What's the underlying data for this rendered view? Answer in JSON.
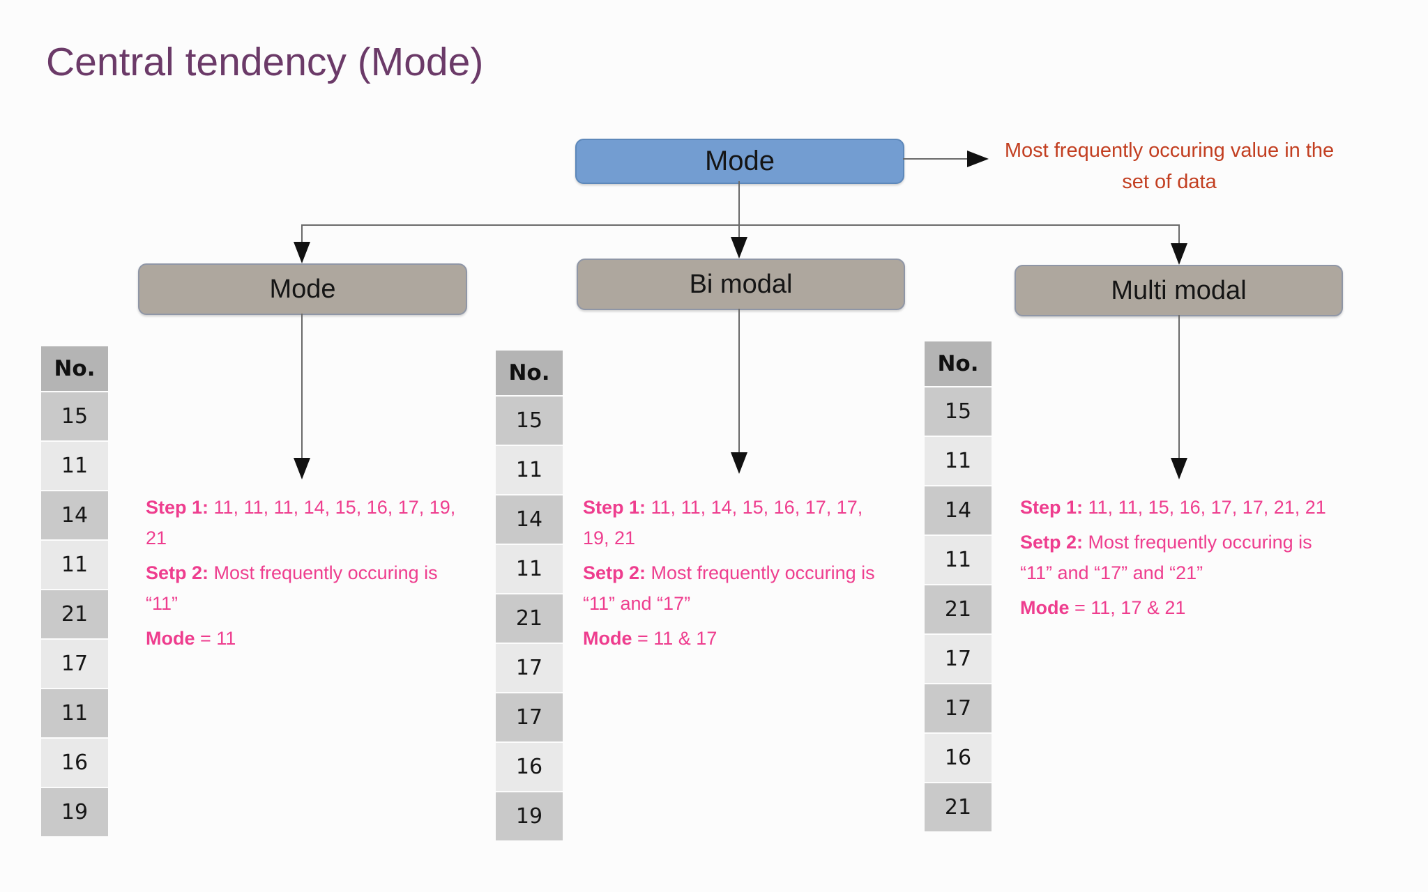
{
  "title": "Central tendency (Mode)",
  "root": {
    "label": "Mode"
  },
  "annotation": {
    "text": "Most frequently occuring value in the set of data"
  },
  "branches": [
    {
      "label": "Mode",
      "table": {
        "header": "No.",
        "values": [
          "15",
          "11",
          "14",
          "11",
          "21",
          "17",
          "11",
          "16",
          "19"
        ]
      },
      "step1_label": "Step 1:",
      "step1_text": " 11, 11, 11, 14, 15, 16, 17, 19, 21",
      "step2_label": "Setp 2:",
      "step2_text": " Most frequently occuring is “11”",
      "mode_label": "Mode",
      "mode_text": " = 11"
    },
    {
      "label": "Bi modal",
      "table": {
        "header": "No.",
        "values": [
          "15",
          "11",
          "14",
          "11",
          "21",
          "17",
          "17",
          "16",
          "19"
        ]
      },
      "step1_label": "Step 1:",
      "step1_text": " 11, 11, 14, 15, 16, 17, 17, 19, 21",
      "step2_label": "Setp 2:",
      "step2_text": " Most frequently occuring is “11” and “17”",
      "mode_label": "Mode",
      "mode_text": " = 11 & 17"
    },
    {
      "label": "Multi modal",
      "table": {
        "header": "No.",
        "values": [
          "15",
          "11",
          "14",
          "11",
          "21",
          "17",
          "17",
          "16",
          "21"
        ]
      },
      "step1_label": "Step 1:",
      "step1_text": " 11, 11, 15, 16, 17, 17, 21, 21",
      "step2_label": "Setp 2:",
      "step2_text": " Most frequently occuring is “11” and “17” and “21”",
      "mode_label": "Mode",
      "mode_text": " = 11, 17 & 21"
    }
  ],
  "colors": {
    "title_purple": "#6b3a68",
    "root_blue": "#739dd1",
    "branch_gray": "#aea79e",
    "step_pink": "#ee3d8e",
    "annotation_orange": "#c23e20",
    "table_header_gray": "#b4b4b4",
    "table_row_dark": "#c9c9c9",
    "table_row_light": "#e9e9e9"
  }
}
